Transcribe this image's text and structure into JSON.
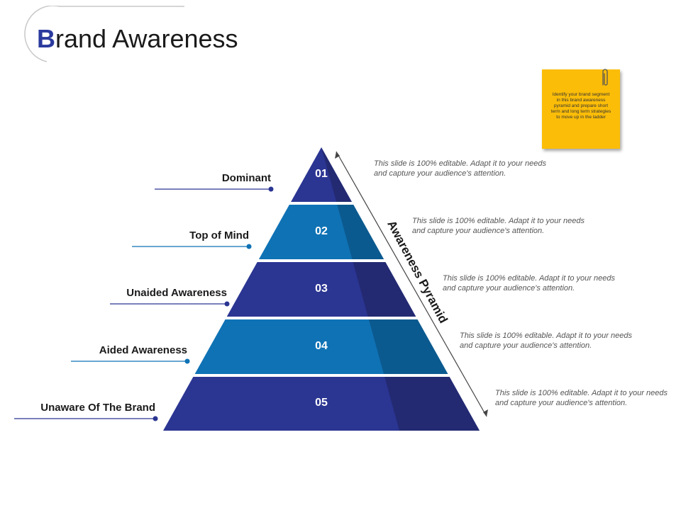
{
  "slide": {
    "title_first_letter": "B",
    "title_rest": "rand Awareness"
  },
  "sticky_note": {
    "text": "Identify your brand segment in this brand awareness pyramid and prepare short term and long term strategies to move up in the ladder"
  },
  "pyramid": {
    "axis_label": "Awareness Pyramid",
    "levels": [
      {
        "number": "01",
        "label": "Dominant",
        "description": "This slide is 100% editable. Adapt it to your needs and capture your audience's attention."
      },
      {
        "number": "02",
        "label": "Top of Mind",
        "description": "This slide is 100% editable. Adapt it to your needs and capture your audience's attention."
      },
      {
        "number": "03",
        "label": "Unaided Awareness",
        "description": "This slide is 100% editable. Adapt it to your needs and capture your audience's attention."
      },
      {
        "number": "04",
        "label": "Aided Awareness",
        "description": "This slide is 100% editable. Adapt it to your needs and capture your audience's attention."
      },
      {
        "number": "05",
        "label": "Unaware Of The Brand",
        "description": "This slide is 100% editable. Adapt it to your needs and capture your audience's attention."
      }
    ]
  },
  "colors": {
    "navy": "#2b3592",
    "navy_shade": "#232a72",
    "blue": "#0f72b5",
    "blue_shade": "#0b5a8f",
    "accent_title": "#2b3a9e",
    "note_yellow": "#fbbd08",
    "leader_navy": "#2b3592",
    "leader_blue": "#0f72b5"
  }
}
